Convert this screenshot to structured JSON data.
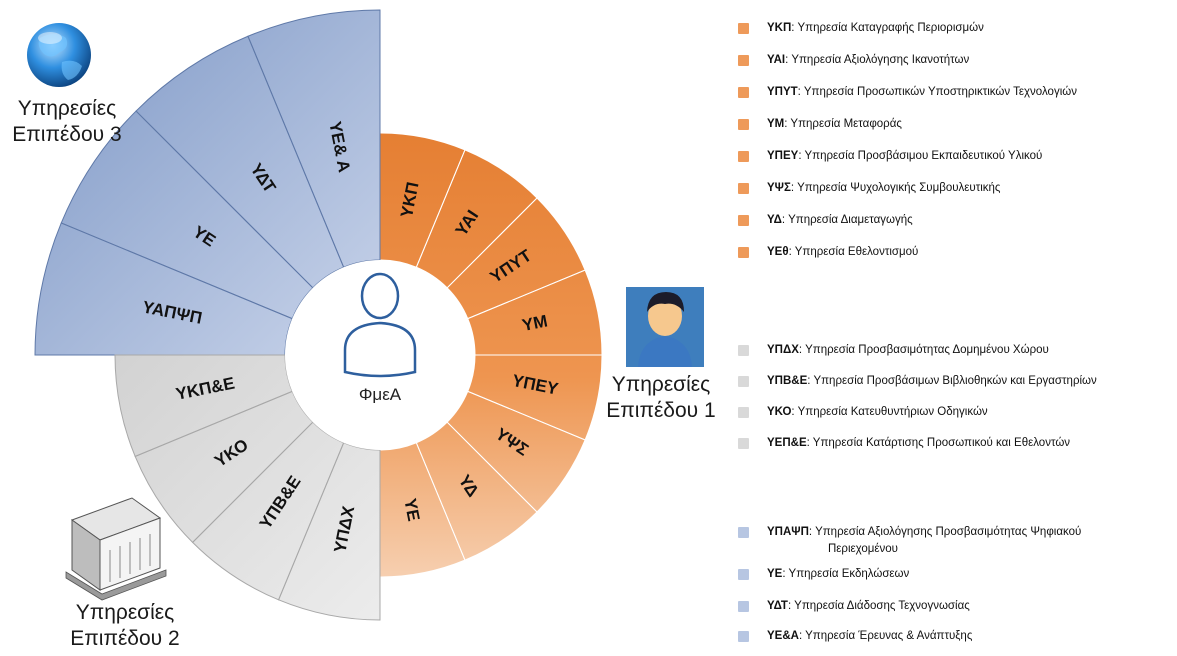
{
  "center_label": "ΦμεΑ",
  "colors": {
    "level1": "#e8853d",
    "level2": "#d6d6d6",
    "level3": "#8fa7cf",
    "center_person": "#2e5f9e"
  },
  "levels": {
    "level1": {
      "line1": "Υπηρεσίες",
      "line2": "Επιπέδου 1",
      "icon": "person-icon"
    },
    "level2": {
      "line1": "Υπηρεσίες",
      "line2": "Επιπέδου 2",
      "icon": "building-icon"
    },
    "level3": {
      "line1": "Υπηρεσίες",
      "line2": "Επιπέδου 3",
      "icon": "globe-icon"
    }
  },
  "segments": {
    "level1": [
      "ΥΚΠ",
      "ΥΑΙ",
      "ΥΠΥΤ",
      "ΥΜ",
      "ΥΠΕΥ",
      "ΥΨΣ",
      "ΥΔ",
      "ΥΕ"
    ],
    "level2": [
      "ΥΠΔΧ",
      "ΥΠΒ&Ε",
      "ΥΚΟ",
      "ΥΚΠ&Ε"
    ],
    "level3": [
      "ΥΑΠΨΠ",
      "ΥΕ",
      "ΥΔΤ",
      "ΥΕ& Α"
    ]
  },
  "legend": {
    "level1": [
      {
        "abbr": "ΥΚΠ",
        "text": ": Υπηρεσία Καταγραφής Περιορισμών"
      },
      {
        "abbr": "ΥΑΙ",
        "text": ": Υπηρεσία Αξιολόγησης Ικανοτήτων"
      },
      {
        "abbr": "ΥΠΥΤ",
        "text": ": Υπηρεσία Προσωπικών Υποστηρικτικών Τεχνολογιών"
      },
      {
        "abbr": "ΥΜ",
        "text": ": Υπηρεσία Μεταφοράς"
      },
      {
        "abbr": "ΥΠΕΥ",
        "text": ": Υπηρεσία Προσβάσιμου Εκπαιδευτικού Υλικού"
      },
      {
        "abbr": "ΥΨΣ",
        "text": ": Υπηρεσία Ψυχολογικής Συμβουλευτικής"
      },
      {
        "abbr": "ΥΔ",
        "text": ": Υπηρεσία Διαμεταγωγής"
      },
      {
        "abbr": "ΥΕθ",
        "text": ": Υπηρεσία Εθελοντισμού"
      }
    ],
    "level2": [
      {
        "abbr": "ΥΠΔΧ",
        "text": ": Υπηρεσία Προσβασιμότητας Δομημένου Χώρου"
      },
      {
        "abbr": "ΥΠΒ&Ε",
        "text": ": Υπηρεσία Προσβάσιμων Βιβλιοθηκών και Εργαστηρίων"
      },
      {
        "abbr": "ΥΚΟ",
        "text": ": Υπηρεσία Κατευθυντήριων Οδηγικών"
      },
      {
        "abbr": "ΥΕΠ&Ε",
        "text": ": Υπηρεσία Κατάρτισης Προσωπικού και Εθελοντών"
      }
    ],
    "level3": [
      {
        "abbr": "ΥΠΑΨΠ",
        "text": ": Υπηρεσία Αξιολόγησης Προσβασιμότητας Ψηφιακού",
        "cont": "Περιεχομένου"
      },
      {
        "abbr": "ΥΕ",
        "text": ": Υπηρεσία Εκδηλώσεων"
      },
      {
        "abbr": "ΥΔΤ",
        "text": ": Υπηρεσία Διάδοσης Τεχνογνωσίας"
      },
      {
        "abbr": "ΥΕ&Α",
        "text": ": Υπηρεσία Έρευνας & Ανάπτυξης"
      }
    ]
  }
}
